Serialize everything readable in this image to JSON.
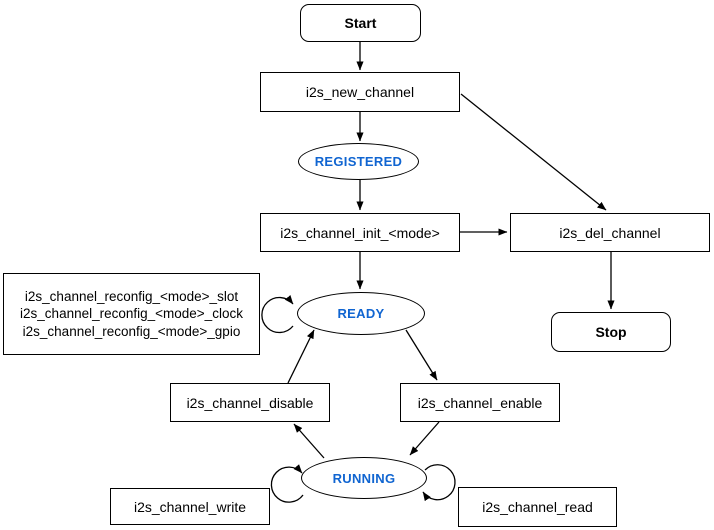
{
  "diagram": {
    "colors": {
      "line": "#000000",
      "state_label": "#1065d1",
      "node_fill": "#ffffff",
      "node_text": "#000000",
      "background": "#ffffff"
    },
    "nodes": {
      "start": {
        "label": "Start"
      },
      "new_channel": {
        "label": "i2s_new_channel"
      },
      "registered": {
        "label": "REGISTERED"
      },
      "init": {
        "label": "i2s_channel_init_<mode>"
      },
      "del_channel": {
        "label": "i2s_del_channel"
      },
      "stop": {
        "label": "Stop"
      },
      "ready": {
        "label": "READY"
      },
      "reconfig": {
        "lines": [
          "i2s_channel_reconfig_<mode>_slot",
          "i2s_channel_reconfig_<mode>_clock",
          "i2s_channel_reconfig_<mode>_gpio"
        ]
      },
      "disable": {
        "label": "i2s_channel_disable"
      },
      "enable": {
        "label": "i2s_channel_enable"
      },
      "running": {
        "label": "RUNNING"
      },
      "write": {
        "label": "i2s_channel_write"
      },
      "read": {
        "label": "i2s_channel_read"
      }
    },
    "edges": [
      {
        "from": "Start",
        "to": "i2s_new_channel"
      },
      {
        "from": "i2s_new_channel",
        "to": "REGISTERED"
      },
      {
        "from": "i2s_new_channel",
        "to": "i2s_del_channel"
      },
      {
        "from": "REGISTERED",
        "to": "i2s_channel_init_<mode>"
      },
      {
        "from": "i2s_channel_init_<mode>",
        "to": "i2s_del_channel"
      },
      {
        "from": "i2s_channel_init_<mode>",
        "to": "READY"
      },
      {
        "from": "i2s_del_channel",
        "to": "Stop"
      },
      {
        "from": "i2s_channel_disable",
        "to": "READY"
      },
      {
        "from": "READY",
        "to": "i2s_channel_enable"
      },
      {
        "from": "i2s_channel_enable",
        "to": "RUNNING"
      },
      {
        "from": "RUNNING",
        "to": "i2s_channel_disable"
      },
      {
        "from": "READY",
        "to": "READY",
        "type": "self-loop"
      },
      {
        "from": "RUNNING",
        "to": "RUNNING",
        "type": "self-loop-left"
      },
      {
        "from": "RUNNING",
        "to": "RUNNING",
        "type": "self-loop-right"
      }
    ]
  }
}
